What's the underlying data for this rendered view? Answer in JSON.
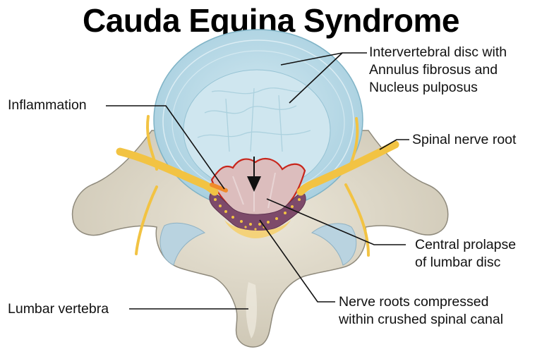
{
  "title": "Cauda Equina Syndrome",
  "labels": {
    "disc": {
      "line1": "Intervertebral disc with",
      "line2": "Annulus fibrosus and",
      "line3": "Nucleus pulposus"
    },
    "inflammation": "Inflammation",
    "spinal_nerve_root": "Spinal nerve root",
    "prolapse": {
      "line1": "Central prolapse",
      "line2": "of lumbar disc"
    },
    "lumbar_vertebra": "Lumbar vertebra",
    "nerve_roots": {
      "line1": "Nerve roots compressed",
      "line2": "within crushed spinal canal"
    }
  },
  "colors": {
    "bone": "#dcd6c6",
    "bone_outline": "#8f8a7c",
    "disc": "#bcdde8",
    "disc_outline": "#7fb3c6",
    "nucleus": "#cfe6ef",
    "nerve": "#f2c343",
    "inflammation": "#c8261c",
    "canal": "#7d4a6a"
  }
}
